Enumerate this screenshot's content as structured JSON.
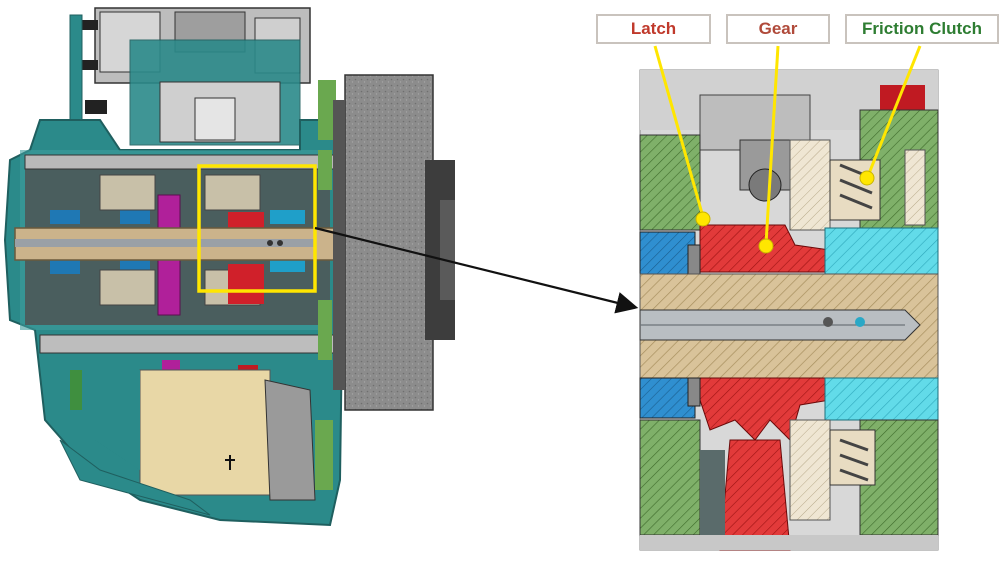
{
  "labels": {
    "latch": "Latch",
    "gear": "Gear",
    "friction_clutch": "Friction Clutch"
  },
  "colors": {
    "latch": "#c0392b",
    "gear": "#b04a3a",
    "friction_clutch": "#2e7d32",
    "callout_line": "#ffe600",
    "highlight_box": "#ffe600",
    "teal_housing": "#2b8a8a",
    "green_housing": "#6aa84f",
    "magenta_part": "#b0209a",
    "red_gear": "#d0202a",
    "cyan_part": "#59d7e8",
    "shaft_tan": "#cbb38b",
    "flywheel_grey": "#8a8a8a"
  }
}
